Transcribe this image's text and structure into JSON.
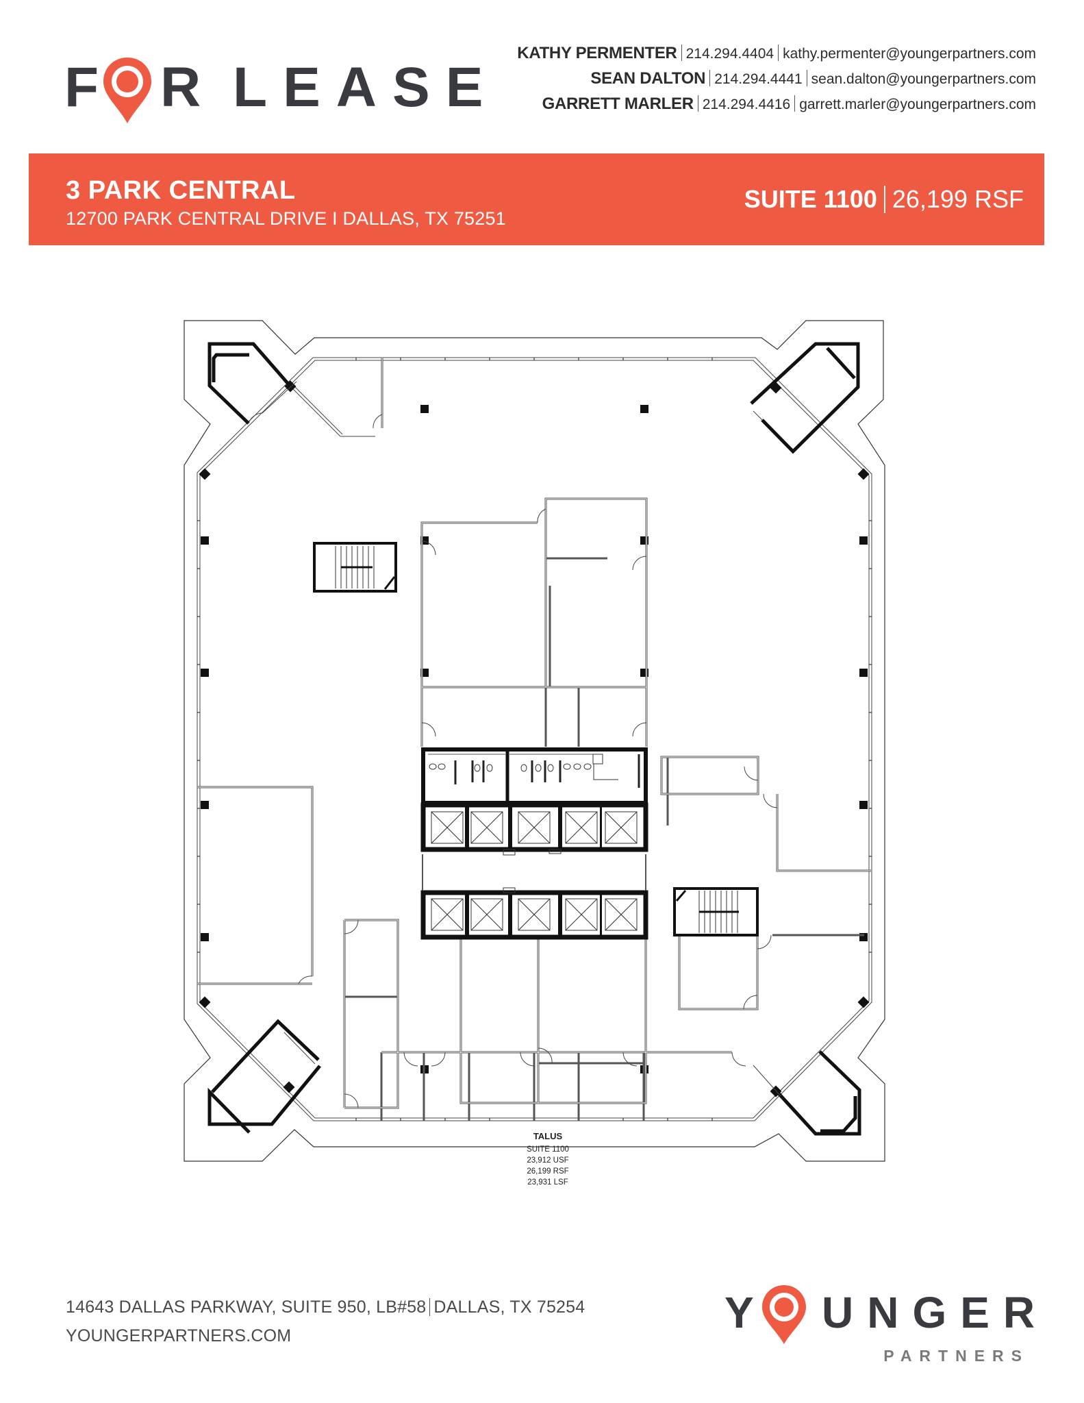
{
  "header": {
    "logo": {
      "text_parts": [
        "F",
        "R",
        "LEASE"
      ],
      "pin_icon": "map-pin-icon",
      "full_text": "FOR LEASE"
    },
    "contacts": [
      {
        "name": "KATHY PERMENTER",
        "phone": "214.294.4404",
        "email": "kathy.permenter@youngerpartners.com"
      },
      {
        "name": "SEAN DALTON",
        "phone": "214.294.4441",
        "email": "sean.dalton@youngerpartners.com"
      },
      {
        "name": "GARRETT MARLER",
        "phone": "214.294.4416",
        "email": "garrett.marler@youngerpartners.com"
      }
    ]
  },
  "banner": {
    "property_name": "3 PARK CENTRAL",
    "address": "12700 PARK CENTRAL DRIVE  I  DALLAS, TX 75251",
    "suite": "SUITE 1100",
    "rsf": "26,199 RSF"
  },
  "floor_plan": {
    "tenant": "TALUS",
    "suite": "SUITE 1100",
    "usf": "23,912 USF",
    "rsf": "26,199 RSF",
    "lsf": "23,931 LSF"
  },
  "footer": {
    "address_line": "14643 DALLAS PARKWAY, SUITE 950, LB#58",
    "city_line": "DALLAS, TX 75254",
    "website": "YOUNGERPARTNERS.COM",
    "logo": {
      "text_parts": [
        "Y",
        "UNGER"
      ],
      "subtitle": "PARTNERS",
      "full_text": "YOUNGER PARTNERS"
    }
  },
  "colors": {
    "accent": "#ef5a42",
    "dark": "#3a3b40",
    "gray": "#7a7a7a"
  }
}
